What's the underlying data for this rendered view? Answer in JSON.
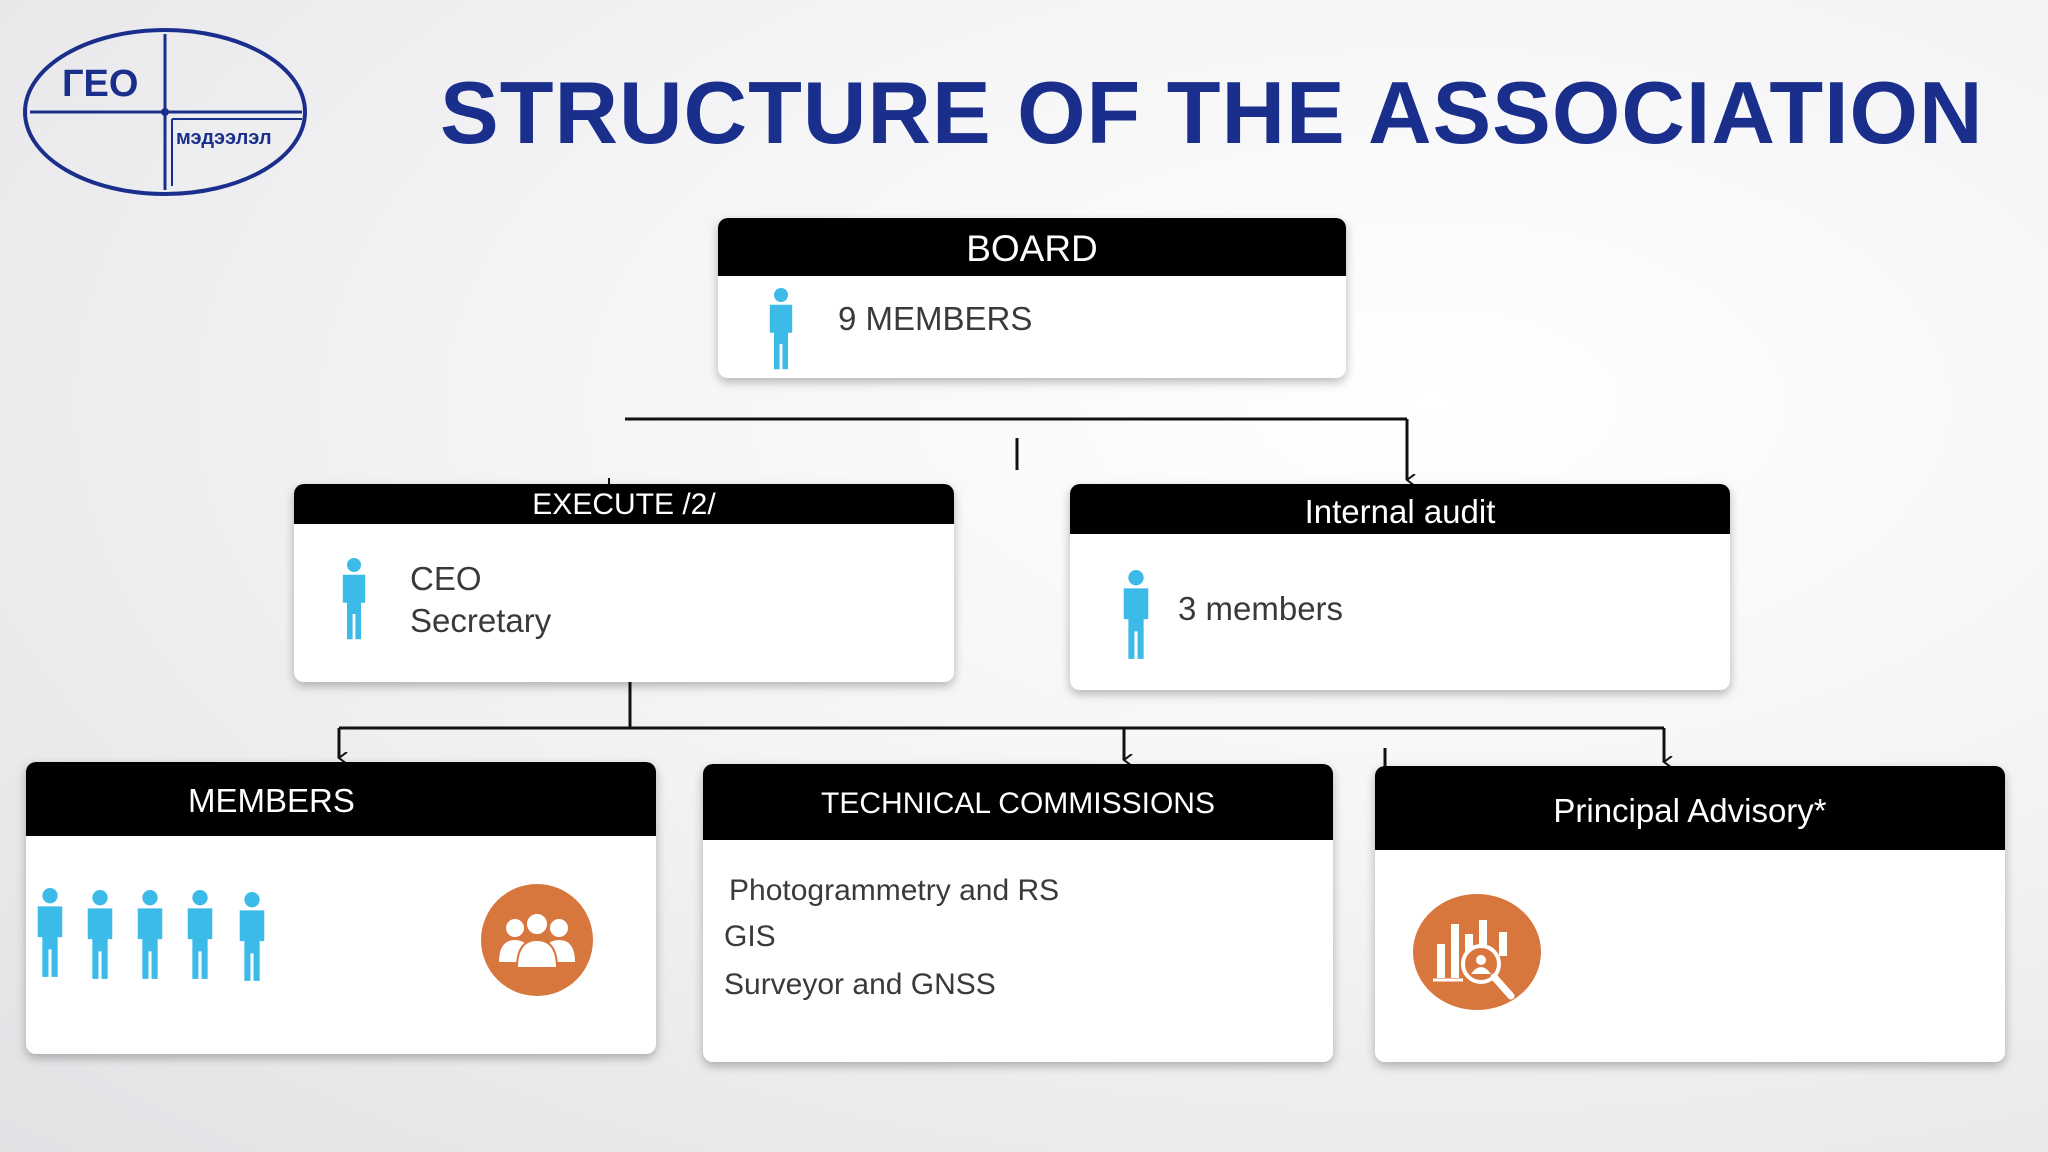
{
  "logo": {
    "top_text": "ГЕО",
    "bottom_text": "мэдээлэл"
  },
  "title": "STRUCTURE OF THE ASSOCIATION",
  "board": {
    "header": "BOARD",
    "text": "9 MEMBERS"
  },
  "execute": {
    "header": "EXECUTE /2/",
    "line1": "CEO",
    "line2": "Secretary"
  },
  "audit": {
    "header": "Internal audit",
    "text": "3 members"
  },
  "members": {
    "header": "MEMBERS"
  },
  "technical": {
    "header": "TECHNICAL COMMISSIONS",
    "items": [
      "Photogrammetry and RS",
      "GIS",
      "Surveyor and GNSS"
    ]
  },
  "advisory": {
    "header": "Principal Advisory*"
  },
  "colors": {
    "title": "#1a2f8c",
    "person": "#3dbbe8",
    "badge": "#d7773e",
    "header_bg": "#000000"
  },
  "icons": [
    "person-icon",
    "group-people-icon",
    "analytics-magnifier-icon"
  ]
}
